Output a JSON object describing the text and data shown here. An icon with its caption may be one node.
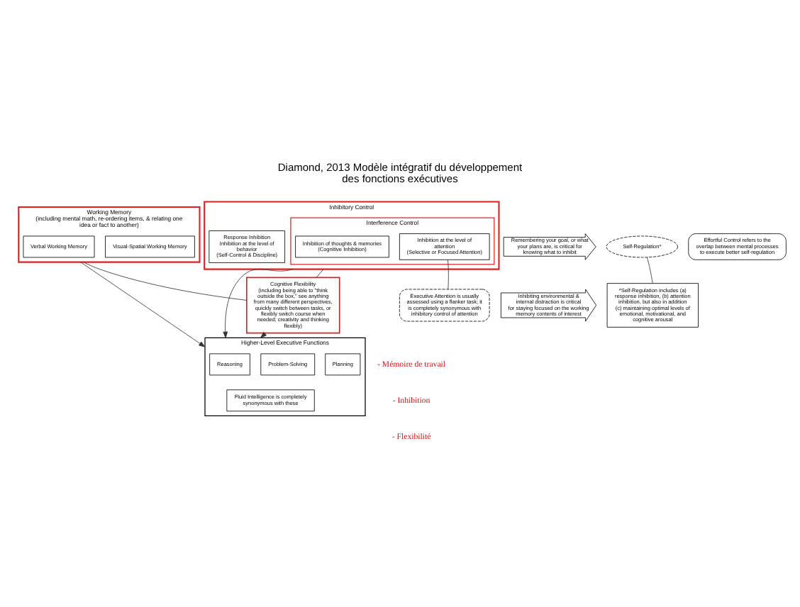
{
  "diagram": {
    "title": "Diamond, 2013 Modèle intégratif du développement des fonctions exécutives",
    "nodes": [
      {
        "text": [
          "Working Memory",
          "(including mental math, re-ordering items, & relating one idea or fact to another)"
        ]
      },
      {
        "text": [
          "Verbal Working Memory"
        ],
        "in": 0
      },
      {
        "text": [
          "Visual-Spatial Working Memory"
        ],
        "in": 0
      },
      {
        "text": [
          "Remembering your goal, or what your plans are, is critical for knowing what to inhibit"
        ]
      },
      {
        "text": [
          "Inhibiting environmental & internal distraction is critical for staying focused on the working memory contents of interest"
        ]
      },
      {
        "text": [
          "Inhibitory Control"
        ]
      },
      {
        "text": [
          "Interference Control"
        ],
        "in": 5
      },
      {
        "text": [
          "Inhibition of thoughts & memories",
          "(Cognitive Inhibition)"
        ],
        "in": 6
      },
      {
        "text": [
          "Inhibition at the level of attention",
          "(Selective or Focused Attention)"
        ],
        "in": 6
      },
      {
        "text": [
          "Response Inhibition",
          "Inhibition at the level of behavior",
          "(Self-Control & Discipline)"
        ],
        "in": 5
      },
      {
        "text": [
          "Self-Regulation*"
        ]
      },
      {
        "text": [
          "Effortful Control refers to the overlap between mental processes to execute better self-regulation"
        ]
      },
      {
        "text": [
          "Executive Attention is usually assessed using a flanker task; it is completely synonymous with inhibitory control of attention"
        ]
      },
      {
        "text": [
          "*Self-Regulation includes (a) response inhibition, (b) attention inhibition, but also in addition (c) maintaining optimal levels of emotional, motivational, and cognitive arousal"
        ]
      },
      {
        "text": [
          "Cognitive Flexibility",
          "(including being able to \"think outside the box,\" see anything from many different perspectives, quickly switch between tasks, or flexibly switch course when needed; creativity and thinking flexibly)"
        ]
      },
      {
        "text": [
          "Higher-Level Executive Functions"
        ]
      },
      {
        "text": [
          "Reasoning"
        ],
        "in": 15
      },
      {
        "text": [
          "Problem-Solving"
        ],
        "in": 15
      },
      {
        "text": [
          "Planning"
        ],
        "in": 15
      },
      {
        "text": [
          "Fluid Intelligence is completely synonymous with these"
        ],
        "in": 15
      }
    ],
    "edges": [
      {
        "from": 0,
        "to": 14,
        "arrow": "none"
      },
      {
        "from": 5,
        "to": 14,
        "arrow": "none"
      },
      {
        "from": 0,
        "to": 15,
        "arrow": "to"
      },
      {
        "from": 14,
        "to": 15,
        "arrow": "to"
      },
      {
        "from": 5,
        "to": 15,
        "arrow": "to"
      },
      {
        "from": 12,
        "to": 8,
        "arrow": "none"
      },
      {
        "from": 13,
        "to": 10,
        "arrow": "none"
      }
    ],
    "labels": [
      "- Mémoire de travail",
      "- Inhibition",
      "- Flexibilité"
    ]
  }
}
